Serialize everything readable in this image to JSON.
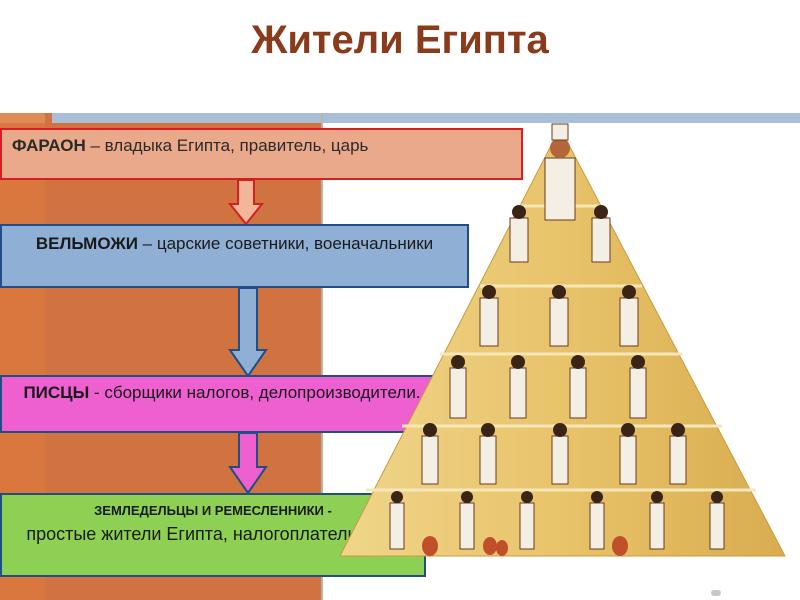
{
  "title": "Жители Египта",
  "boxes": [
    {
      "term": "ФАРАОН",
      "desc": " – владыка Египта, правитель, царь",
      "fill": "#e9a98a",
      "border": "#d42020"
    },
    {
      "term": "ВЕЛЬМОЖИ",
      "desc": " – царские советники, военачальники",
      "fill": "#8fb0d4",
      "border": "#1f4f86"
    },
    {
      "term": "ПИСЦЫ",
      "desc": " - сборщики налогов, делопроизводители.",
      "fill": "#ee5fd0",
      "border": "#1f4f86"
    },
    {
      "term": "ЗЕМЛЕДЕЛЬЦЫ И РЕМЕСЛЕННИКИ -",
      "desc": "простые жители Египта, налогоплательщики",
      "fill": "#8ed054",
      "border": "#1f4f86"
    }
  ],
  "colors": {
    "title": "#8a3b1b",
    "background_band": "#d07340",
    "pyramid": "#e8c36a"
  },
  "illustration": "pyramid-of-egyptian-society-icon"
}
